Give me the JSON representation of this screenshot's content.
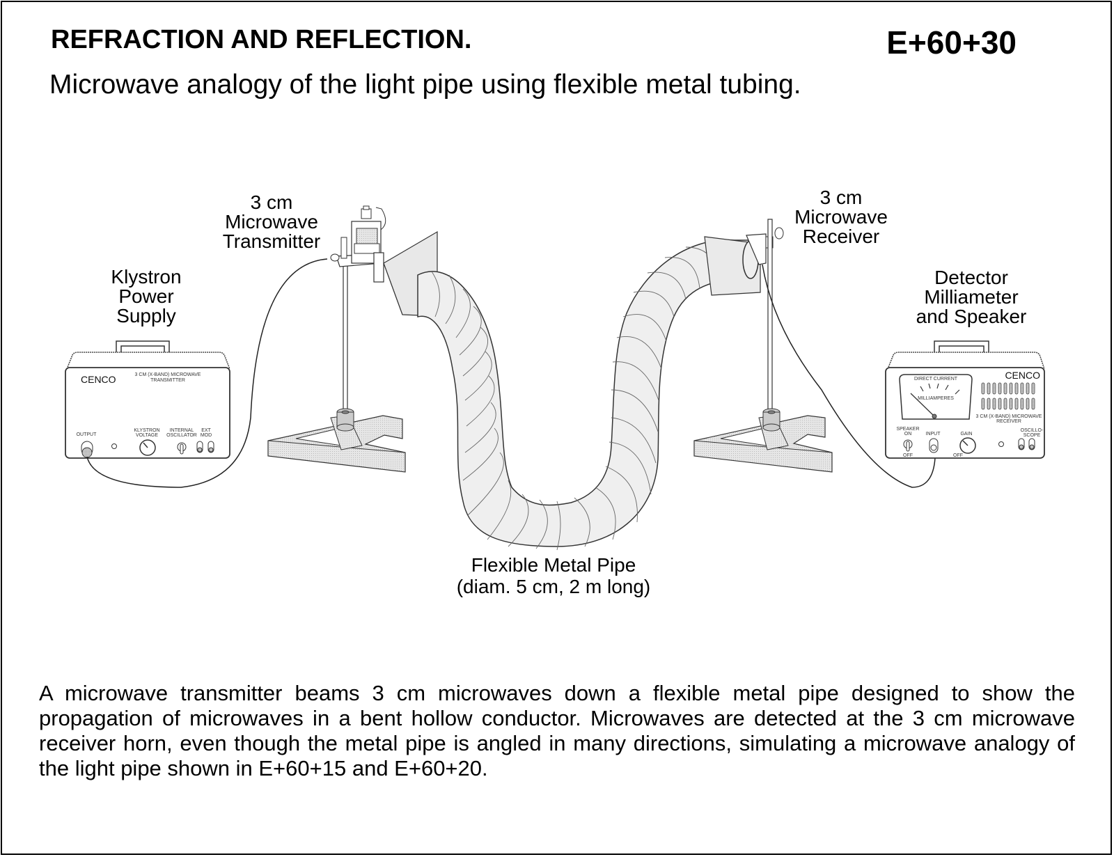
{
  "header": {
    "title": "REFRACTION AND REFLECTION.",
    "code": "E+60+30",
    "subtitle": "Microwave analogy of the light pipe using flexible metal tubing."
  },
  "labels": {
    "transmitter": [
      "3 cm",
      "Microwave",
      "Transmitter"
    ],
    "receiver": [
      "3 cm",
      "Microwave",
      "Receiver"
    ],
    "power_supply": [
      "Klystron",
      "Power",
      "Supply"
    ],
    "detector": [
      "Detector",
      "Milliameter",
      "and Speaker"
    ],
    "pipe": [
      "Flexible Metal Pipe",
      "(diam. 5 cm, 2 m long)"
    ]
  },
  "transmitter_unit": {
    "brand": "CENCO",
    "model": [
      "3 CM (X-BAND) MICROWAVE",
      "TRANSMITTER"
    ],
    "controls": [
      "OUTPUT",
      "KLYSTRON VOLTAGE",
      "INTERNAL OSCILLATOR",
      "EXT MOD"
    ]
  },
  "receiver_unit": {
    "brand": "CENCO",
    "model": [
      "3 CM (X-BAND) MICROWAVE",
      "RECEIVER"
    ],
    "meter_label": "MILLIAMPERES",
    "meter_top": "DIRECT CURRENT",
    "controls": [
      "SPEAKER ON",
      "INPUT",
      "GAIN",
      "OSCILLO-SCOPE"
    ],
    "off_label": "OFF"
  },
  "description": "A microwave transmitter beams 3 cm microwaves down a flexible metal pipe designed to show the propagation of microwaves in a bent hollow conductor. Microwaves are detected at the 3 cm microwave receiver horn, even though the metal pipe is angled in many directions, simulating a microwave analogy of the light pipe shown in E+60+15 and E+60+20."
}
